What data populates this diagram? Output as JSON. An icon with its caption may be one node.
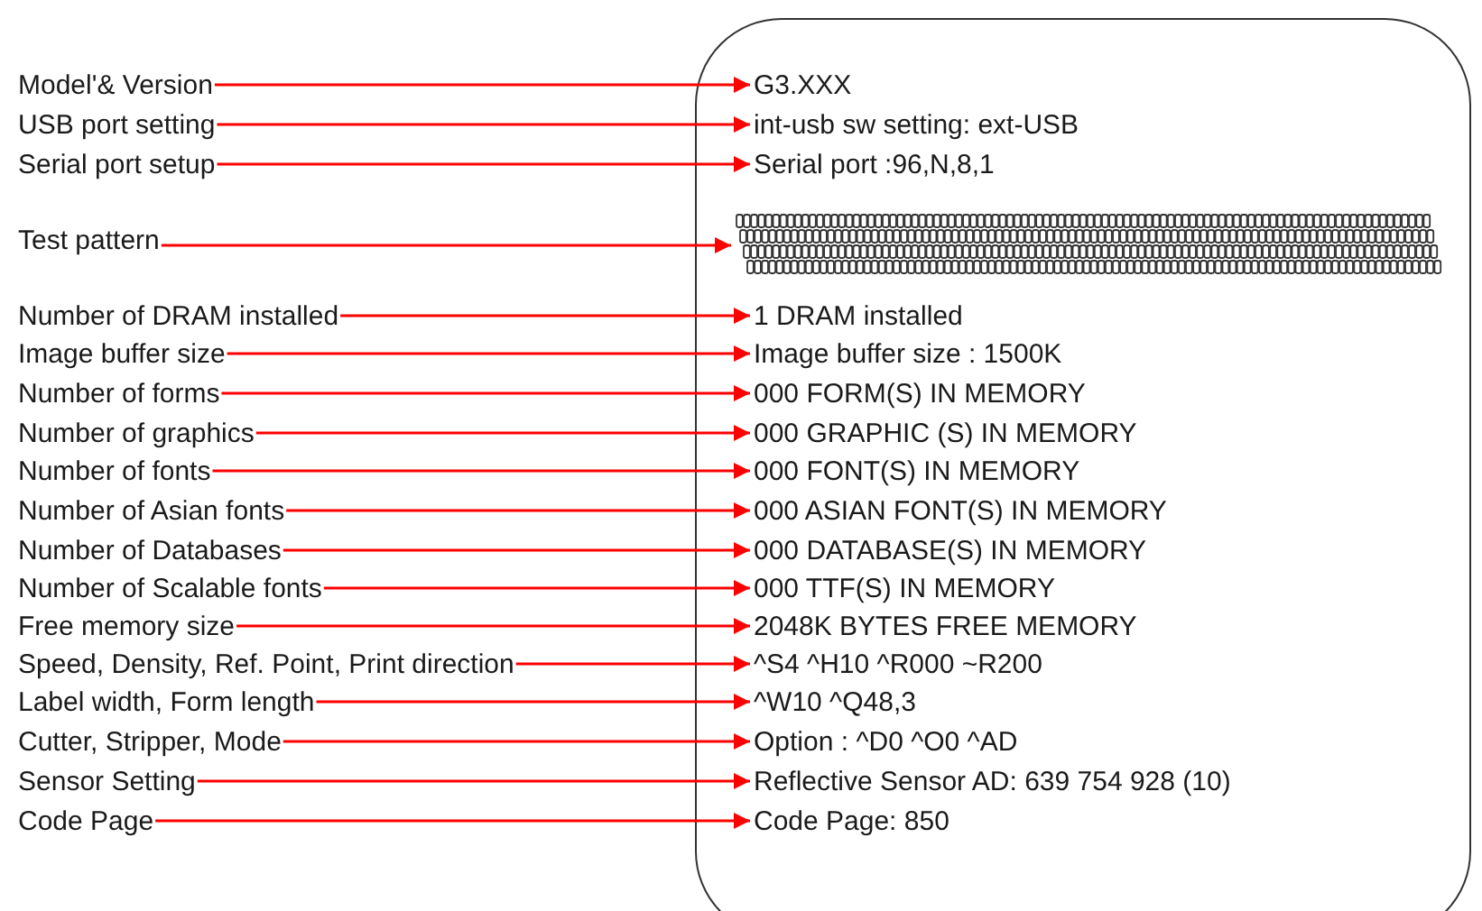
{
  "diagram": {
    "nodes": [
      {
        "text": [],
        "shape": "box"
      },
      {
        "text": [
          "Model'& Version"
        ]
      },
      {
        "text": [
          "G3.XXX"
        ],
        "in": 0
      },
      {
        "text": [
          "USB port setting"
        ]
      },
      {
        "text": [
          "int-usb sw setting: ext-USB"
        ],
        "in": 0
      },
      {
        "text": [
          "Serial port setup"
        ]
      },
      {
        "text": [
          "Serial port :96,N,8,1"
        ],
        "in": 0
      },
      {
        "text": [
          "Test pattern"
        ]
      },
      {
        "text": [],
        "shape": "picture",
        "in": 0
      },
      {
        "text": [
          "Number of DRAM installed"
        ]
      },
      {
        "text": [
          "1 DRAM installed"
        ],
        "in": 0
      },
      {
        "text": [
          "Image buffer size"
        ]
      },
      {
        "text": [
          "Image buffer size : 1500K"
        ],
        "in": 0
      },
      {
        "text": [
          "Number of forms"
        ]
      },
      {
        "text": [
          "000 FORM(S) IN MEMORY"
        ],
        "in": 0
      },
      {
        "text": [
          "Number of graphics"
        ]
      },
      {
        "text": [
          "000 GRAPHIC (S) IN MEMORY"
        ],
        "in": 0
      },
      {
        "text": [
          "Number of fonts"
        ]
      },
      {
        "text": [
          "000 FONT(S) IN MEMORY"
        ],
        "in": 0
      },
      {
        "text": [
          "Number of Asian fonts"
        ]
      },
      {
        "text": [
          "000 ASIAN FONT(S) IN MEMORY"
        ],
        "in": 0
      },
      {
        "text": [
          "Number of Databases"
        ]
      },
      {
        "text": [
          "000 DATABASE(S) IN MEMORY"
        ],
        "in": 0
      },
      {
        "text": [
          "Number of Scalable fonts"
        ]
      },
      {
        "text": [
          "000 TTF(S) IN MEMORY"
        ],
        "in": 0
      },
      {
        "text": [
          "Free memory size"
        ]
      },
      {
        "text": [
          "2048K BYTES FREE MEMORY"
        ],
        "in": 0
      },
      {
        "text": [
          "Speed, Density, Ref. Point, Print direction"
        ]
      },
      {
        "text": [
          "^S4 ^H10 ^R000 ~R200"
        ],
        "in": 0
      },
      {
        "text": [
          "Label width, Form length"
        ]
      },
      {
        "text": [
          "^W10 ^Q48,3"
        ],
        "in": 0
      },
      {
        "text": [
          "Cutter, Stripper, Mode"
        ]
      },
      {
        "text": [
          "Option : ^D0 ^O0 ^AD"
        ],
        "in": 0
      },
      {
        "text": [
          "Sensor Setting"
        ]
      },
      {
        "text": [
          "Reflective Sensor AD: 639 754 928 (10)"
        ],
        "in": 0
      },
      {
        "text": [
          "Code Page"
        ]
      },
      {
        "text": [
          "Code Page: 850"
        ],
        "in": 0
      }
    ],
    "edges": [
      {
        "from": 1,
        "to": 2,
        "arrow": "to"
      },
      {
        "from": 3,
        "to": 4,
        "arrow": "to"
      },
      {
        "from": 5,
        "to": 6,
        "arrow": "to"
      },
      {
        "from": 7,
        "to": 8,
        "arrow": "to"
      },
      {
        "from": 9,
        "to": 10,
        "arrow": "to"
      },
      {
        "from": 11,
        "to": 12,
        "arrow": "to"
      },
      {
        "from": 13,
        "to": 14,
        "arrow": "to"
      },
      {
        "from": 15,
        "to": 16,
        "arrow": "to"
      },
      {
        "from": 17,
        "to": 18,
        "arrow": "to"
      },
      {
        "from": 19,
        "to": 20,
        "arrow": "to"
      },
      {
        "from": 21,
        "to": 22,
        "arrow": "to"
      },
      {
        "from": 23,
        "to": 24,
        "arrow": "to"
      },
      {
        "from": 25,
        "to": 26,
        "arrow": "to"
      },
      {
        "from": 27,
        "to": 28,
        "arrow": "to"
      },
      {
        "from": 29,
        "to": 30,
        "arrow": "to"
      },
      {
        "from": 31,
        "to": 32,
        "arrow": "to"
      },
      {
        "from": 33,
        "to": 34,
        "arrow": "to"
      },
      {
        "from": 35,
        "to": 36,
        "arrow": "to"
      }
    ]
  }
}
